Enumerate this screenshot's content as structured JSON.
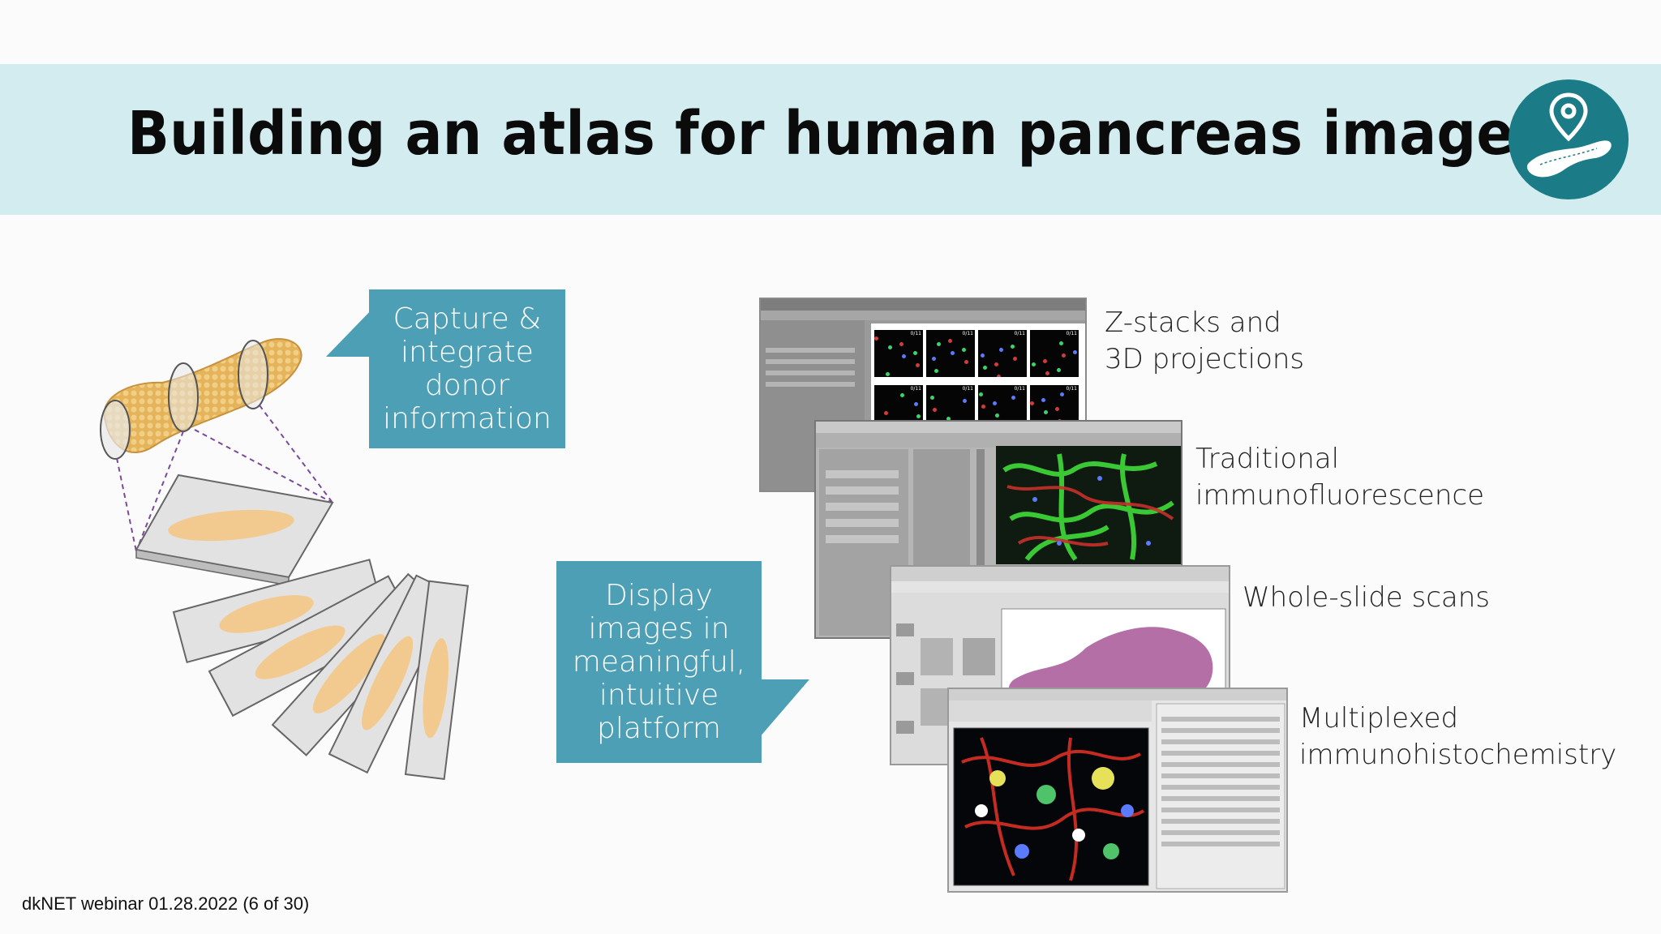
{
  "slide": {
    "title": "Building an atlas for human pancreas images",
    "logo_icon": "pancreas-location-pin-icon"
  },
  "callouts": {
    "capture": "Capture &\nintegrate\ndonor\ninformation",
    "display": "Display\nimages in\nmeaningful,\nintuitive\nplatform"
  },
  "screenshots": [
    {
      "label": "Z-stacks and\n3D projections",
      "panels": [
        "0/11",
        "0/11",
        "0/11",
        "0/11",
        "0/11",
        "0/11",
        "0/11",
        "0/11"
      ]
    },
    {
      "label": "Traditional\nimmunofluorescence"
    },
    {
      "label": "Whole-slide scans"
    },
    {
      "label": "Multiplexed\nimmunohistochemistry"
    }
  ],
  "footer": "dkNET webinar 01.28.2022 (6 of 30)",
  "colors": {
    "banner": "#d3ecef",
    "callout": "#4c9fb5",
    "logo": "#1b7b86",
    "tissue": "#f2c98e"
  }
}
